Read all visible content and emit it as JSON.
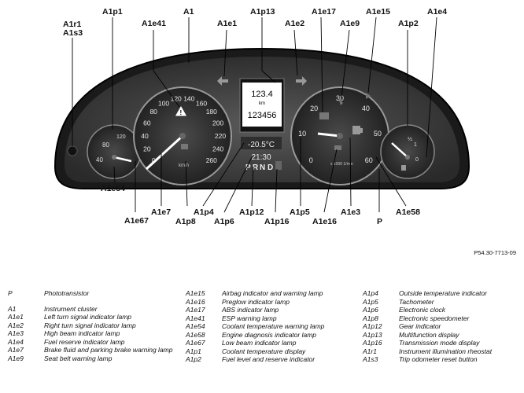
{
  "callouts": {
    "A1r1": "A1r1",
    "A1s3": "A1s3",
    "A1p1": "A1p1",
    "A1": "A1",
    "A1e41": "A1e41",
    "A1e1": "A1e1",
    "A1p13": "A1p13",
    "A1e2": "A1e2",
    "A1e17": "A1e17",
    "A1e9": "A1e9",
    "A1e15": "A1e15",
    "A1p2": "A1p2",
    "A1e4": "A1e4",
    "A1e54": "A1e54",
    "A1e67": "A1e67",
    "A1e7": "A1e7",
    "A1p8": "A1p8",
    "A1p4": "A1p4",
    "A1p6": "A1p6",
    "A1p12": "A1p12",
    "A1p16": "A1p16",
    "A1p5": "A1p5",
    "A1e16": "A1e16",
    "A1e3": "A1e3",
    "P": "P",
    "A1e58": "A1e58"
  },
  "figure_ref": "P54.30-7713-09",
  "cluster": {
    "odometer_trip": "123.4",
    "odometer_unit": "km",
    "odometer_total": "123456",
    "outside_temp": "-20.5°C",
    "clock": "21:30",
    "gear_p": "P",
    "gear_r": "R",
    "gear_n": "N",
    "gear_d": "D",
    "speedo_unit": "km/h",
    "tacho_unit": "x 1000\n1/min",
    "speedo_ticks": [
      "0",
      "20",
      "40",
      "60",
      "80",
      "100",
      "120",
      "140",
      "160",
      "180",
      "200",
      "220",
      "240",
      "260"
    ],
    "tacho_ticks": [
      "0",
      "10",
      "20",
      "30",
      "40",
      "50",
      "60"
    ],
    "coolant_ticks": [
      "40",
      "80",
      "120"
    ],
    "fuel_ticks": [
      "0",
      "½",
      "1"
    ]
  },
  "legend": {
    "col1": [
      {
        "code": "P",
        "desc": "Phototransistor"
      },
      {
        "code": "",
        "desc": ""
      },
      {
        "code": "A1",
        "desc": "Instrument cluster"
      },
      {
        "code": "A1e1",
        "desc": "Left turn signal indicator lamp"
      },
      {
        "code": "A1e2",
        "desc": "Right turn signal indicator lamp"
      },
      {
        "code": "A1e3",
        "desc": "High beam indicator lamp"
      },
      {
        "code": "A1e4",
        "desc": "Fuel reserve indicator lamp"
      },
      {
        "code": "A1e7",
        "desc": "Brake fluid and parking brake warning lamp"
      },
      {
        "code": "A1e9",
        "desc": "Seat belt warning lamp"
      }
    ],
    "col2": [
      {
        "code": "A1e15",
        "desc": "Airbag indicator and warning lamp"
      },
      {
        "code": "A1e16",
        "desc": "Preglow indicator lamp"
      },
      {
        "code": "A1e17",
        "desc": "ABS indicator lamp"
      },
      {
        "code": "A1e41",
        "desc": "ESP warning lamp"
      },
      {
        "code": "A1e54",
        "desc": "Coolant temperature warning lamp"
      },
      {
        "code": "A1e58",
        "desc": "Engine diagnosis indicator lamp"
      },
      {
        "code": "A1e67",
        "desc": "Low beam indicator lamp"
      },
      {
        "code": "A1p1",
        "desc": "Coolant temperature display"
      },
      {
        "code": "A1p2",
        "desc": "Fuel level and reserve indicator"
      }
    ],
    "col3": [
      {
        "code": "A1p4",
        "desc": "Outside temperature indicator"
      },
      {
        "code": "A1p5",
        "desc": "Tachometer"
      },
      {
        "code": "A1p6",
        "desc": "Electronic clock"
      },
      {
        "code": "A1p8",
        "desc": "Electronic speedometer"
      },
      {
        "code": "A1p12",
        "desc": "Gear indicator"
      },
      {
        "code": "A1p13",
        "desc": "Multifunction display"
      },
      {
        "code": "A1p16",
        "desc": "Transmission mode display"
      },
      {
        "code": "A1r1",
        "desc": "Instrument illumination rheostat"
      },
      {
        "code": "A1s3",
        "desc": "Trip odometer reset button"
      }
    ]
  }
}
